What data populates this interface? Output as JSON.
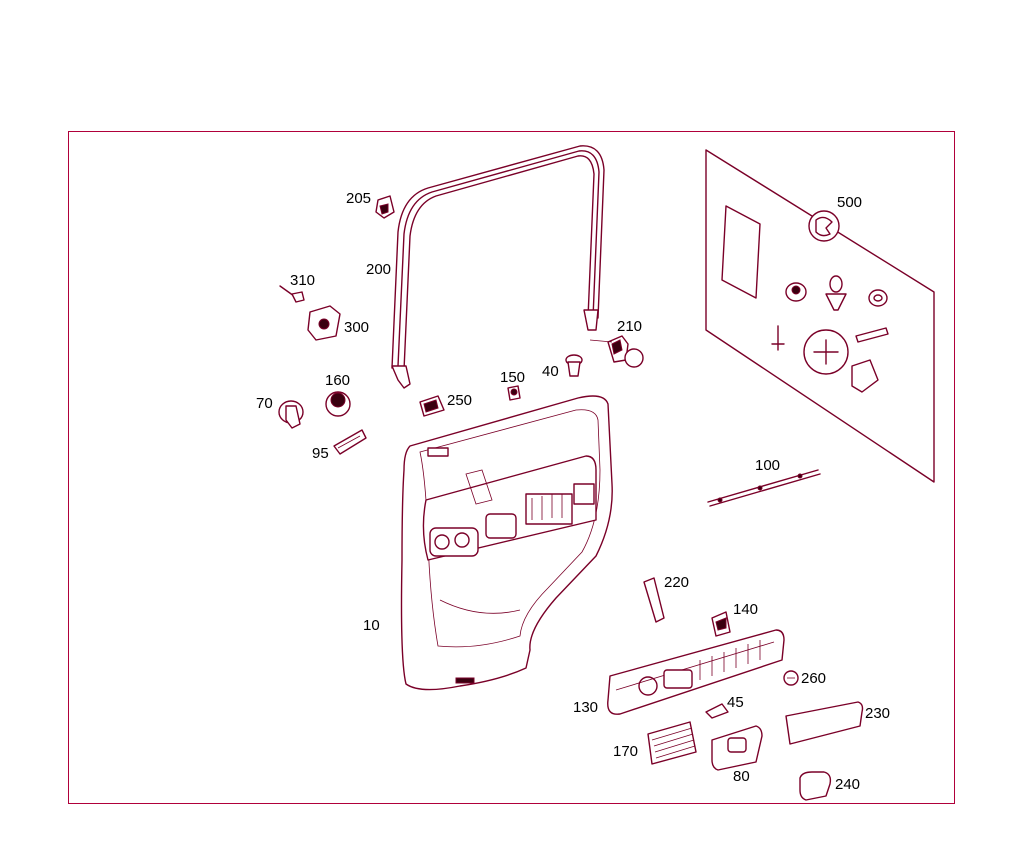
{
  "diagram": {
    "frame_color": "#b0003a",
    "line_color": "#7a0028",
    "callouts": [
      {
        "id": "205",
        "text": "205"
      },
      {
        "id": "200",
        "text": "200"
      },
      {
        "id": "310",
        "text": "310"
      },
      {
        "id": "300",
        "text": "300"
      },
      {
        "id": "160",
        "text": "160"
      },
      {
        "id": "70",
        "text": "70"
      },
      {
        "id": "95",
        "text": "95"
      },
      {
        "id": "150",
        "text": "150"
      },
      {
        "id": "40",
        "text": "40"
      },
      {
        "id": "250",
        "text": "250"
      },
      {
        "id": "210",
        "text": "210"
      },
      {
        "id": "500",
        "text": "500"
      },
      {
        "id": "100",
        "text": "100"
      },
      {
        "id": "10",
        "text": "10"
      },
      {
        "id": "220",
        "text": "220"
      },
      {
        "id": "140",
        "text": "140"
      },
      {
        "id": "260",
        "text": "260"
      },
      {
        "id": "130",
        "text": "130"
      },
      {
        "id": "45",
        "text": "45"
      },
      {
        "id": "230",
        "text": "230"
      },
      {
        "id": "170",
        "text": "170"
      },
      {
        "id": "80",
        "text": "80"
      },
      {
        "id": "240",
        "text": "240"
      }
    ]
  }
}
